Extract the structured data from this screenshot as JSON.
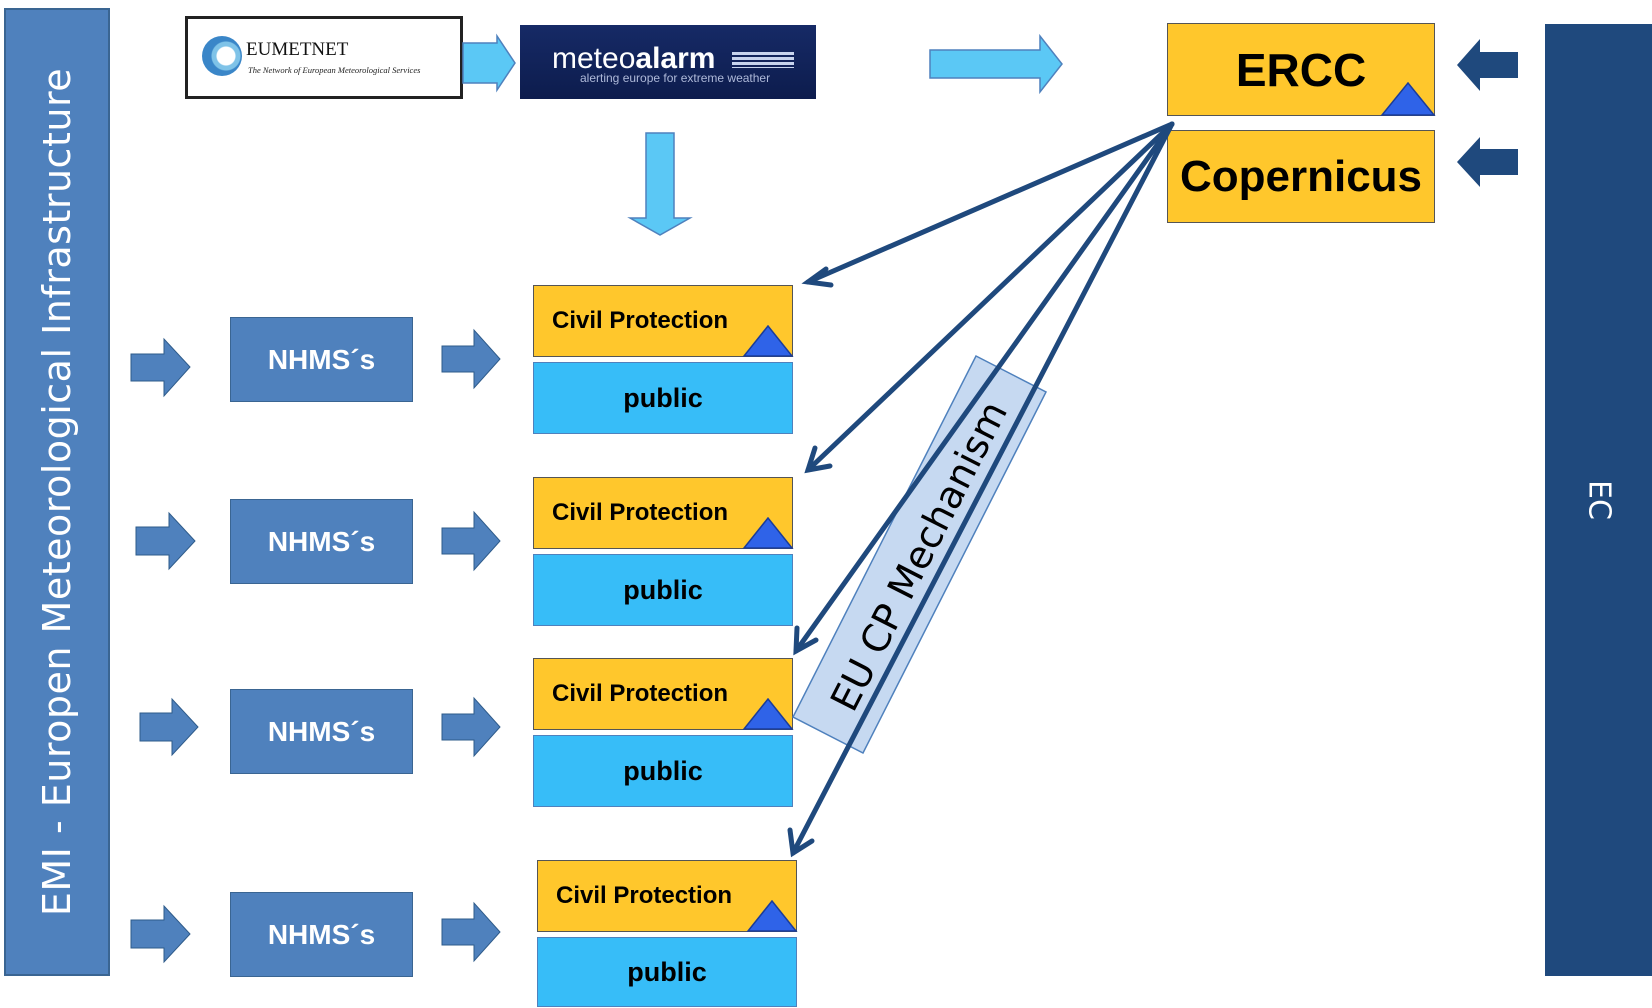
{
  "left_bar": {
    "label": "EMI -  Europen Meteorological Infrastructure"
  },
  "right_bar": {
    "label": "EC"
  },
  "logos": {
    "eumetnet": {
      "name": "EUMETNET",
      "tagline": "The Network of European Meteorological Services"
    },
    "meteoalarm": {
      "word_light": "meteo",
      "word_bold": "alarm",
      "tagline": "alerting europe for extreme weather"
    }
  },
  "ercc": {
    "label": "ERCC"
  },
  "copernicus": {
    "label": "Copernicus"
  },
  "rows": [
    {
      "nhms": "NHMS´s",
      "civil": "Civil Protection",
      "public": "public"
    },
    {
      "nhms": "NHMS´s",
      "civil": "Civil Protection",
      "public": "public"
    },
    {
      "nhms": "NHMS´s",
      "civil": "Civil Protection",
      "public": "public"
    },
    {
      "nhms": "NHMS´s",
      "civil": "Civil Protection",
      "public": "public"
    }
  ],
  "mechanism": {
    "label": "EU  CP Mechanism"
  },
  "colors": {
    "emi_blue": "#4f81bd",
    "ec_navy": "#1f497d",
    "civil_yellow": "#ffc72c",
    "public_cyan": "#37bdf8",
    "arrow_light": "#5bc8f5",
    "link_navy": "#1f497d",
    "warning_triangle": "#2f63e8"
  }
}
